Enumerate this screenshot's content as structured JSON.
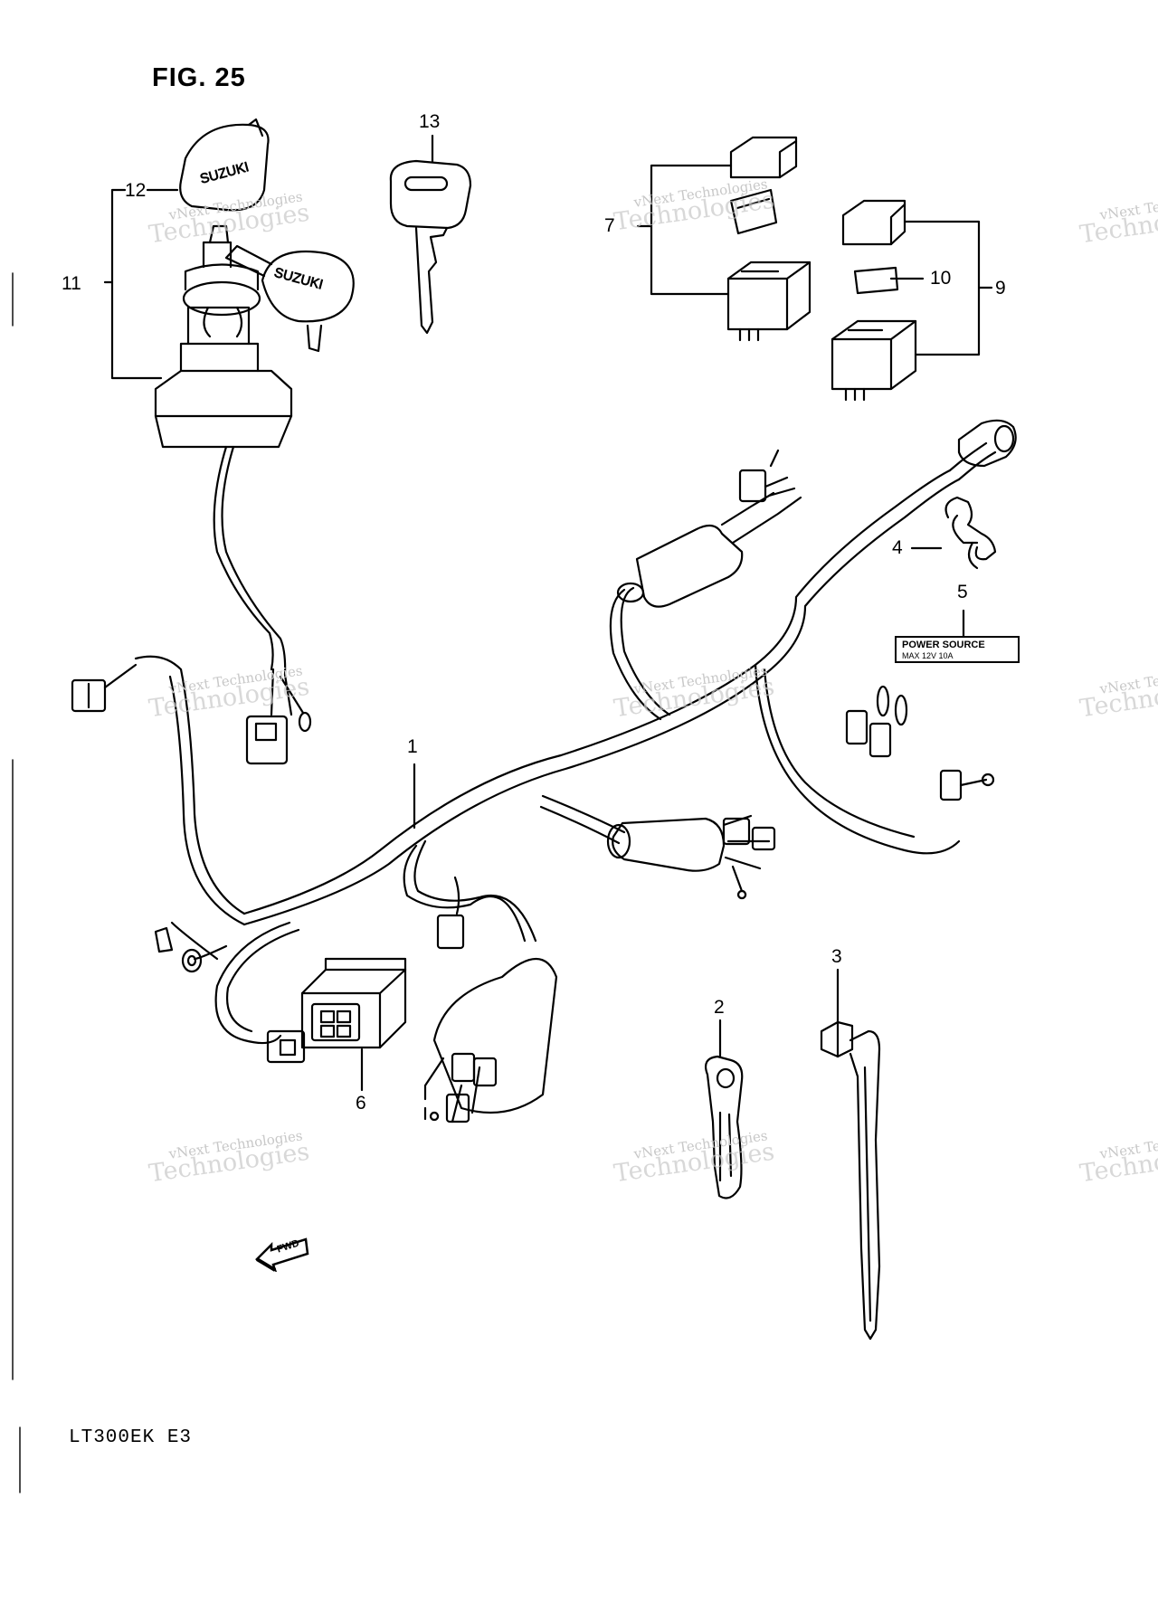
{
  "figure": {
    "title": "FIG. 25",
    "model_code": "LT300EK E3"
  },
  "callouts": [
    {
      "id": "1",
      "label": "1"
    },
    {
      "id": "2",
      "label": "2"
    },
    {
      "id": "3",
      "label": "3"
    },
    {
      "id": "4",
      "label": "4"
    },
    {
      "id": "5",
      "label": "5"
    },
    {
      "id": "6",
      "label": "6"
    },
    {
      "id": "7",
      "label": "7"
    },
    {
      "id": "9",
      "label": "9"
    },
    {
      "id": "10",
      "label": "10"
    },
    {
      "id": "11",
      "label": "11"
    },
    {
      "id": "12",
      "label": "12"
    },
    {
      "id": "13",
      "label": "13"
    }
  ],
  "brand_text": "SUZUKI",
  "power_label": {
    "line1": "POWER   SOURCE",
    "line2": "MAX      12V  10A"
  },
  "fwd_text": "FWD",
  "watermark": {
    "line1": "vNext Technologies",
    "line2": "Technologies"
  }
}
